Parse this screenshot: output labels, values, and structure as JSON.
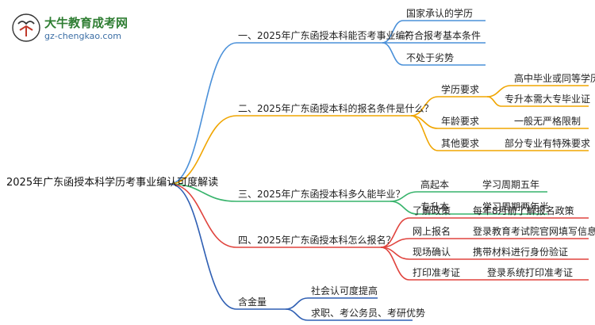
{
  "logo": {
    "title": "大牛教育成考网",
    "url": "gz-chengkao.com"
  },
  "root": "2025年广东函授本科学历考事业编认可度解读",
  "colors": {
    "blue": "#4a90d9",
    "orange": "#f0a500",
    "green": "#37b36b",
    "red": "#e0443e",
    "darkblue": "#2f5fb3"
  },
  "branches": [
    {
      "label": "一、2025年广东函授本科能否考事业编？",
      "children": [
        {
          "label": "国家承认的学历"
        },
        {
          "label": "符合报考基本条件"
        },
        {
          "label": "不处于劣势"
        }
      ]
    },
    {
      "label": "二、2025年广东函授本科的报名条件是什么？",
      "children": [
        {
          "label": "学历要求",
          "children": [
            "高中毕业或同等学历",
            "专升本需大专毕业证"
          ]
        },
        {
          "label": "年龄要求",
          "children": [
            "一般无严格限制"
          ]
        },
        {
          "label": "其他要求",
          "children": [
            "部分专业有特殊要求"
          ]
        }
      ]
    },
    {
      "label": "三、2025年广东函授本科多久能毕业？",
      "children": [
        {
          "label": "高起本",
          "children": [
            "学习周期五年"
          ]
        },
        {
          "label": "专升本",
          "children": [
            "学习周期两年半"
          ]
        }
      ]
    },
    {
      "label": "四、2025年广东函授本科怎么报名？",
      "children": [
        {
          "label": "了解政策",
          "children": [
            "每年8月前了解报名政策"
          ]
        },
        {
          "label": "网上报名",
          "children": [
            "登录教育考试院官网填写信息"
          ]
        },
        {
          "label": "现场确认",
          "children": [
            "携带材料进行身份验证"
          ]
        },
        {
          "label": "打印准考证",
          "children": [
            "登录系统打印准考证"
          ]
        }
      ]
    },
    {
      "label": "含金量",
      "children": [
        {
          "label": "社会认可度提高"
        },
        {
          "label": "求职、考公务员、考研优势"
        }
      ]
    }
  ]
}
